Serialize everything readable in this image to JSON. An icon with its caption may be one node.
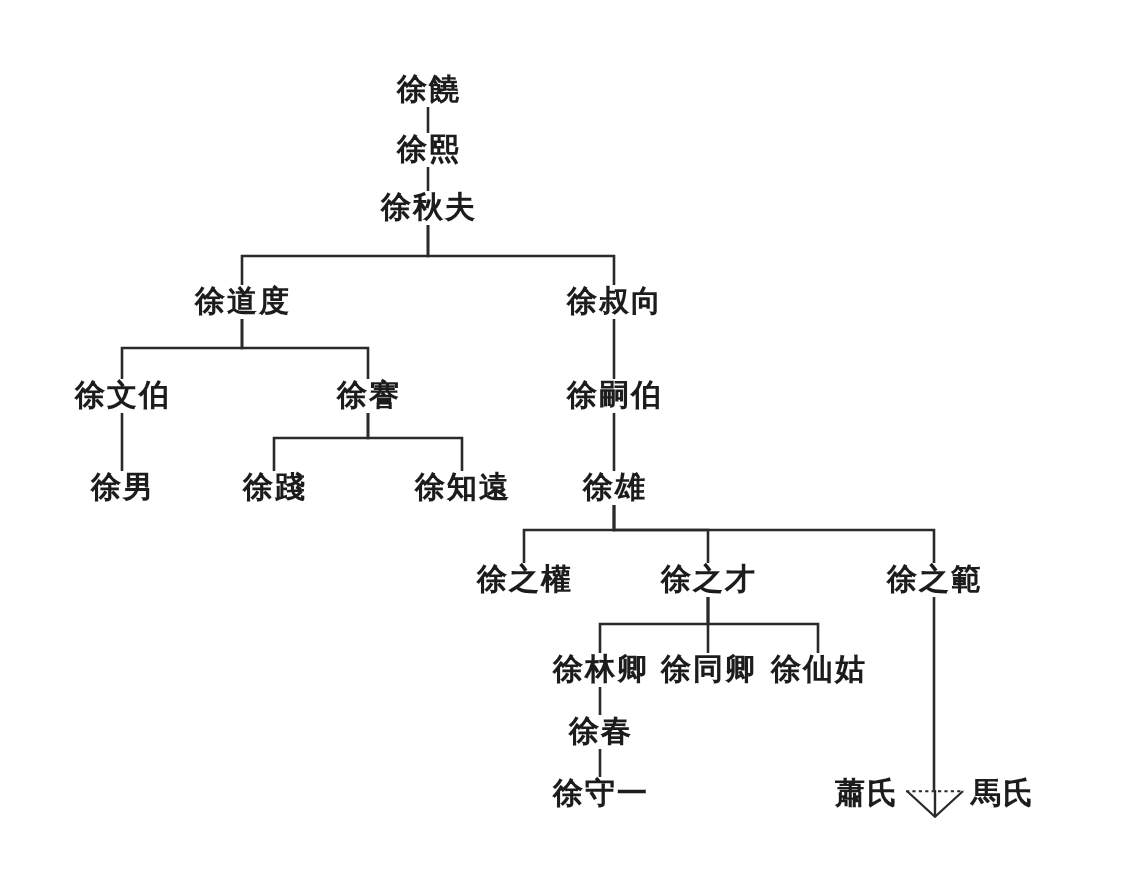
{
  "diagram": {
    "nodes": [
      {
        "text": [
          "徐饒"
        ]
      },
      {
        "text": [
          "徐熙"
        ]
      },
      {
        "text": [
          "徐秋夫"
        ]
      },
      {
        "text": [
          "徐道度"
        ]
      },
      {
        "text": [
          "徐叔向"
        ]
      },
      {
        "text": [
          "徐文伯"
        ]
      },
      {
        "text": [
          "徐謇"
        ]
      },
      {
        "text": [
          "徐嗣伯"
        ]
      },
      {
        "text": [
          "徐男"
        ]
      },
      {
        "text": [
          "徐踐"
        ]
      },
      {
        "text": [
          "徐知遠"
        ]
      },
      {
        "text": [
          "徐雄"
        ]
      },
      {
        "text": [
          "徐之權"
        ]
      },
      {
        "text": [
          "徐之才"
        ]
      },
      {
        "text": [
          "徐之範"
        ]
      },
      {
        "text": [
          "徐林卿"
        ]
      },
      {
        "text": [
          "徐同卿"
        ]
      },
      {
        "text": [
          "徐仙姑"
        ]
      },
      {
        "text": [
          "徐春"
        ]
      },
      {
        "text": [
          "徐守一"
        ]
      },
      {
        "text": [
          "蕭氏"
        ]
      },
      {
        "text": [],
        "shape": "triangle"
      },
      {
        "text": [
          "馬氏"
        ]
      }
    ],
    "edges": [
      {
        "from": 0,
        "to": 1,
        "arrow": "none"
      },
      {
        "from": 1,
        "to": 2,
        "arrow": "none"
      },
      {
        "from": 2,
        "to": 3,
        "arrow": "none"
      },
      {
        "from": 2,
        "to": 4,
        "arrow": "none"
      },
      {
        "from": 3,
        "to": 5,
        "arrow": "none"
      },
      {
        "from": 3,
        "to": 6,
        "arrow": "none"
      },
      {
        "from": 4,
        "to": 7,
        "arrow": "none"
      },
      {
        "from": 5,
        "to": 8,
        "arrow": "none"
      },
      {
        "from": 6,
        "to": 9,
        "arrow": "none"
      },
      {
        "from": 6,
        "to": 10,
        "arrow": "none"
      },
      {
        "from": 7,
        "to": 11,
        "arrow": "none"
      },
      {
        "from": 11,
        "to": 12,
        "arrow": "none"
      },
      {
        "from": 11,
        "to": 13,
        "arrow": "none"
      },
      {
        "from": 11,
        "to": 14,
        "arrow": "none"
      },
      {
        "from": 13,
        "to": 15,
        "arrow": "none"
      },
      {
        "from": 13,
        "to": 16,
        "arrow": "none"
      },
      {
        "from": 13,
        "to": 17,
        "arrow": "none"
      },
      {
        "from": 15,
        "to": 18,
        "arrow": "none"
      },
      {
        "from": 18,
        "to": 19,
        "arrow": "none"
      },
      {
        "from": 14,
        "to": 21,
        "arrow": "none"
      }
    ]
  }
}
